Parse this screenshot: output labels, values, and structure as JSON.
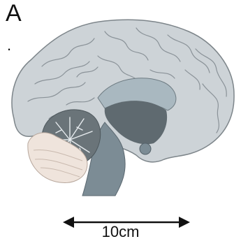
{
  "figure": {
    "panel_label": "A",
    "panel_dot": ".",
    "scale_bar_label": "10cm"
  },
  "colors": {
    "cortex": "#cdd3d7",
    "sulci": "#8a9298",
    "cerebellum_white": "#9aa3a8",
    "cerebellum_gray": "#6a7479",
    "pons": "#efe4dc",
    "ventricle_dark": "#5f6a70",
    "brainstem": "#7c8c95",
    "corpus_callosum": "#a9b8c0"
  },
  "icons": [
    "brain-sagittal-illustration",
    "double-arrow-scale-bar"
  ]
}
